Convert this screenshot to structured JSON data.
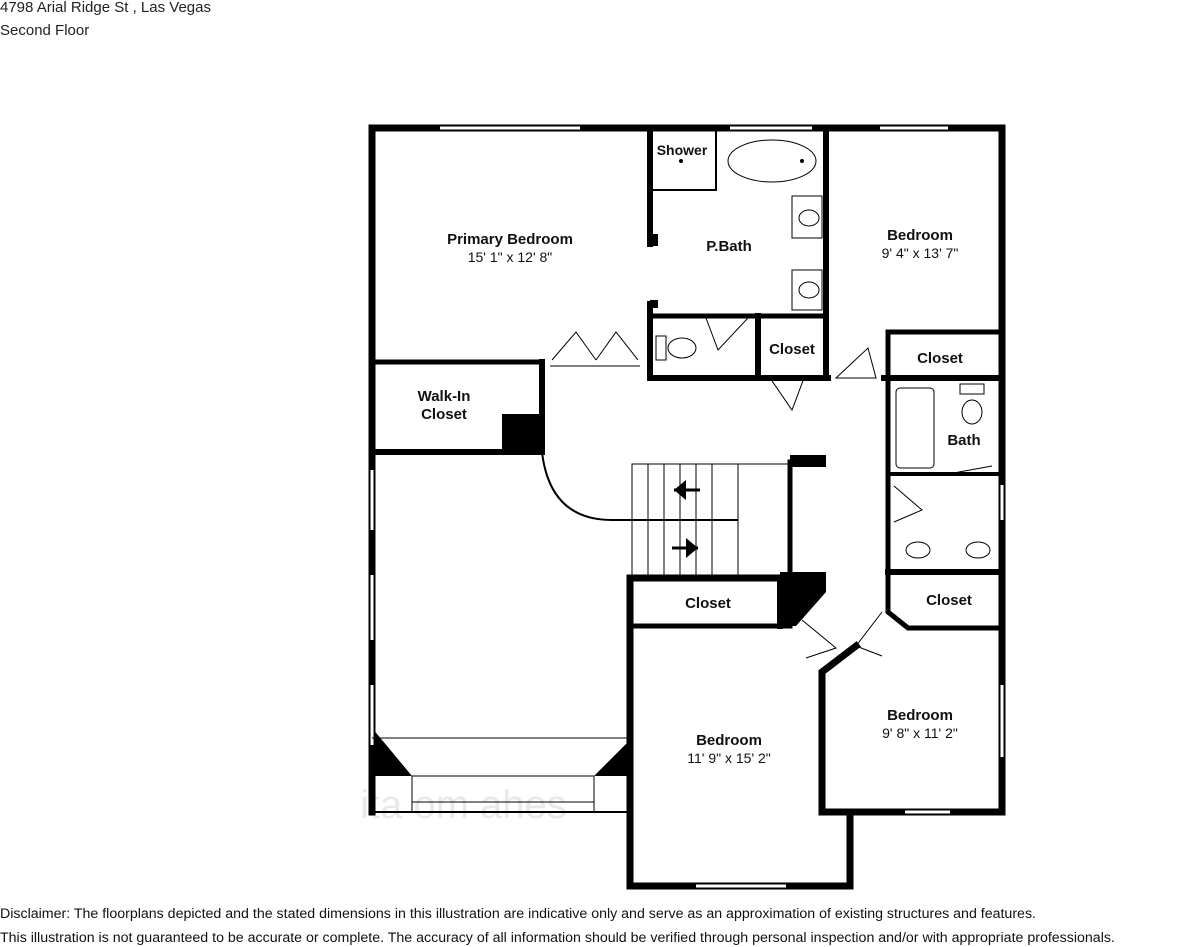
{
  "header": {
    "address": "4798 Arial Ridge St , Las Vegas",
    "floor": "Second Floor"
  },
  "rooms": {
    "primary_bedroom": {
      "name": "Primary Bedroom",
      "dims": "15' 1\" x 12' 8\""
    },
    "shower": {
      "name": "Shower"
    },
    "p_bath": {
      "name": "P.Bath"
    },
    "bedroom_ne": {
      "name": "Bedroom",
      "dims": "9' 4\" x 13' 7\""
    },
    "closet_center": {
      "name": "Closet"
    },
    "closet_ne": {
      "name": "Closet"
    },
    "walk_in_closet": {
      "name_line1": "Walk-In",
      "name_line2": "Closet"
    },
    "bath": {
      "name": "Bath"
    },
    "closet_south": {
      "name": "Closet"
    },
    "closet_se": {
      "name": "Closet"
    },
    "bedroom_south": {
      "name": "Bedroom",
      "dims": "11' 9\" x 15' 2\""
    },
    "bedroom_se": {
      "name": "Bedroom",
      "dims": "9' 8\" x 11' 2\""
    }
  },
  "disclaimer": {
    "line1": "Disclaimer: The floorplans depicted and the stated dimensions in this illustration are indicative only and serve as an approximation of existing structures and features.",
    "line2": "This illustration is not guaranteed to be accurate or complete. The accuracy of all information should be verified through personal inspection and/or with appropriate professionals."
  }
}
